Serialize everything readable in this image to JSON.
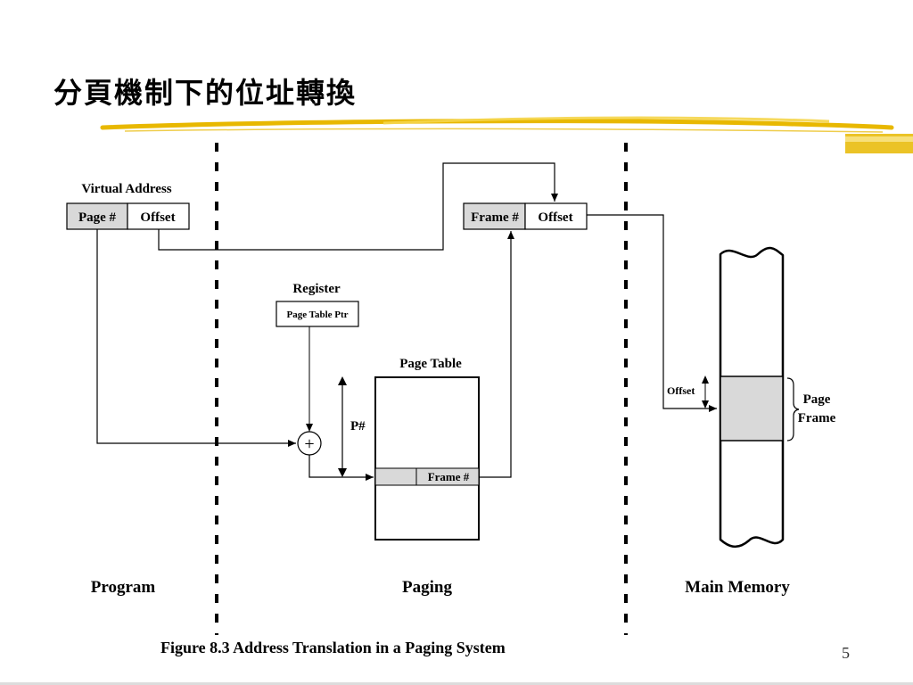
{
  "slide": {
    "title": "分頁機制下的位址轉換",
    "caption": "Figure 8.3 Address Translation in a Paging System",
    "page_number": "5"
  },
  "diagram": {
    "virtual_address": {
      "title": "Virtual Address",
      "page_field": "Page #",
      "offset_field": "Offset"
    },
    "physical_address": {
      "frame_field": "Frame #",
      "offset_field": "Offset"
    },
    "register": {
      "title": "Register",
      "content": "Page Table Ptr"
    },
    "page_table": {
      "title": "Page Table",
      "entry_label": "Frame #",
      "index_label": "P#"
    },
    "adder_symbol": "+",
    "main_memory": {
      "offset_label": "Offset",
      "frame_label_line1": "Page",
      "frame_label_line2": "Frame"
    },
    "regions": {
      "program": "Program",
      "paging": "Paging",
      "main_memory": "Main Memory"
    }
  },
  "colors": {
    "accent_gold": "#e8b800",
    "field_gray": "#d9d9d9",
    "line": "#000000"
  }
}
